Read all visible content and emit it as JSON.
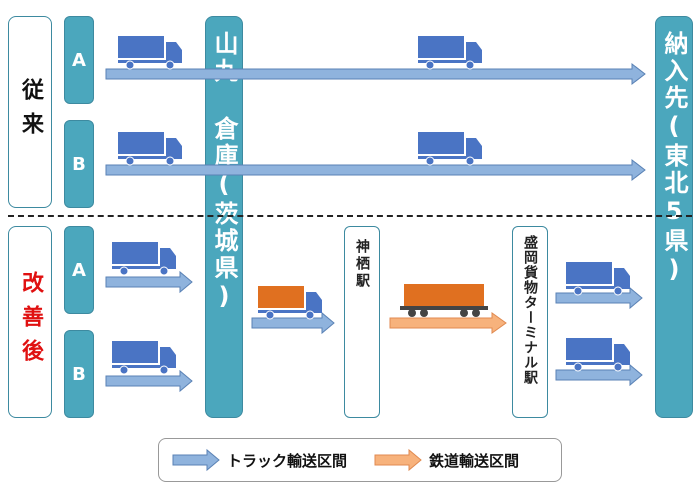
{
  "rows": {
    "before_label": "従来",
    "after_label": "改善後",
    "route_a": "A",
    "route_b": "B"
  },
  "nodes": {
    "warehouse": "山九 倉庫(茨城県)",
    "destination": "納入先(東北5県)",
    "kamisu_station": "神栖駅",
    "morioka_terminal": "盛岡貨物ターミナル駅"
  },
  "legend": {
    "truck": "トラック輸送区間",
    "rail": "鉄道輸送区間"
  },
  "colors": {
    "truck_arrow": "#8fb3dd",
    "rail_arrow": "#f7b27c",
    "truck": "#4a74c4",
    "rail_truck": "#e07020",
    "teal": "#4ba7bd",
    "after_text": "#e01010"
  }
}
